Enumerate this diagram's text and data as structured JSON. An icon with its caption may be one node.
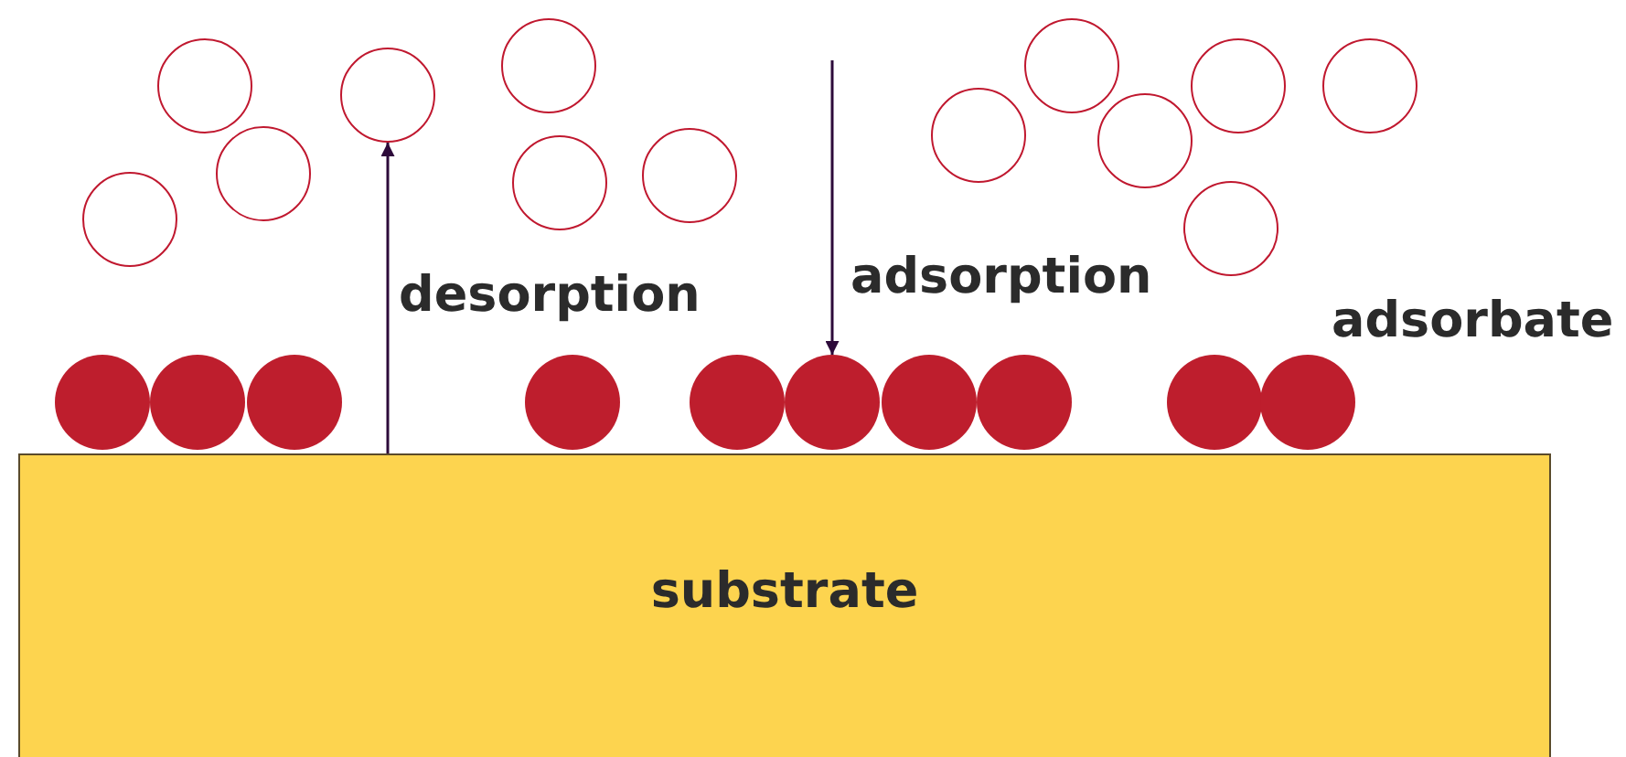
{
  "diagram": {
    "nodes": [
      {
        "text": [
          "substrate"
        ]
      },
      {
        "text": [],
        "shape": "circle"
      },
      {
        "text": [],
        "shape": "circle"
      },
      {
        "text": [],
        "shape": "circle"
      },
      {
        "text": [],
        "shape": "circle"
      },
      {
        "text": [],
        "shape": "circle"
      },
      {
        "text": [],
        "shape": "circle"
      },
      {
        "text": [],
        "shape": "circle"
      },
      {
        "text": [],
        "shape": "circle"
      },
      {
        "text": [],
        "shape": "circle"
      },
      {
        "text": [],
        "shape": "circle"
      },
      {
        "text": [],
        "shape": "circle"
      },
      {
        "text": [],
        "shape": "circle"
      },
      {
        "text": [],
        "shape": "circle"
      },
      {
        "text": [],
        "shape": "circle"
      },
      {
        "text": [],
        "shape": "circle"
      },
      {
        "text": [],
        "shape": "circle"
      },
      {
        "text": [],
        "shape": "circle"
      },
      {
        "text": [],
        "shape": "circle"
      },
      {
        "text": [],
        "shape": "circle"
      },
      {
        "text": [],
        "shape": "circle"
      },
      {
        "text": [],
        "shape": "circle"
      },
      {
        "text": [],
        "shape": "circle"
      },
      {
        "text": [],
        "shape": "circle"
      }
    ],
    "edges": [
      {
        "from": 0,
        "to": 4,
        "arrow": "to",
        "label": "desorption"
      },
      {
        "from": null,
        "to": 19,
        "arrow": "to",
        "label": "adsorption"
      }
    ],
    "labels": [
      "adsorbate"
    ]
  }
}
